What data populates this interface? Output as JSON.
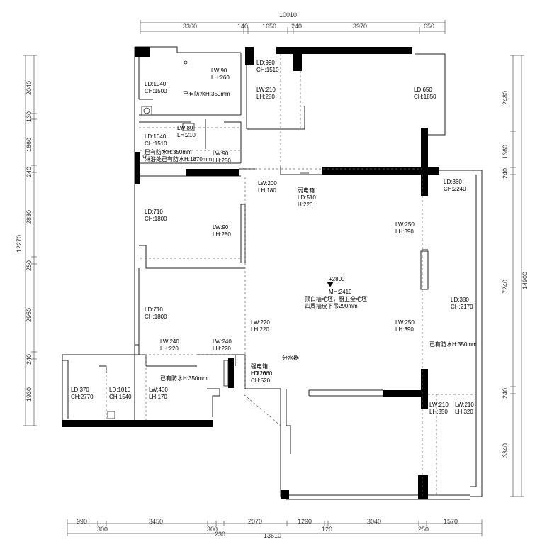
{
  "dims": {
    "top_total": "10010",
    "top_segments": [
      "3360",
      "140",
      "1650",
      "240",
      "3970",
      "650"
    ],
    "bottom_segments": [
      "990",
      "300",
      "3450",
      "300",
      "230",
      "2070",
      "1290",
      "120",
      "3040",
      "250",
      "1570"
    ],
    "bottom_total": "13610",
    "left_total": "12270",
    "left_segments": [
      "2040",
      "130",
      "1660",
      "240",
      "2830",
      "250",
      "2950",
      "240",
      "1930"
    ],
    "right_segments": [
      "2480",
      "1360",
      "240",
      "7240",
      "240",
      "3340"
    ],
    "right_total": "14900"
  },
  "labels": {
    "r1": [
      "LD:1040",
      "CH:1500"
    ],
    "r2": [
      "已有防水H:350mm"
    ],
    "r3": [
      "LW:90",
      "LH:260"
    ],
    "r4": [
      "LD:990",
      "CH:1510"
    ],
    "r5": [
      "LW:210",
      "LH:280"
    ],
    "r6": [
      "LD:650",
      "CH:1850"
    ],
    "r7": [
      "LW:80",
      "LH:210"
    ],
    "r8": [
      "LD:1040",
      "CH:1510"
    ],
    "r9": [
      "已有防水H:350mm",
      "淋浴处已有防水H:1870mm"
    ],
    "r10": [
      "LW:90",
      "LH:250"
    ],
    "r11": [
      "LW:200",
      "LH:180"
    ],
    "r12": [
      "弱电箱",
      "LD:510",
      "H:220"
    ],
    "r13": [
      "LD:360",
      "CH:2240"
    ],
    "r14": [
      "LD:710",
      "CH:1800"
    ],
    "r15": [
      "LW:90",
      "LH:280"
    ],
    "r16": [
      "LW:250",
      "LH:390"
    ],
    "r17": [
      "+2800"
    ],
    "r18": [
      "MH:2410",
      "顶白墙毛坯，厨卫全毛坯",
      "四周墙皮下吊290mm"
    ],
    "r19": [
      "LD:710",
      "CH:1800"
    ],
    "r20": [
      "LW:220",
      "LH:220"
    ],
    "r21": [
      "LW:250",
      "LH:390"
    ],
    "r22": [
      "LD:380",
      "CH:2170"
    ],
    "r23": [
      "已有防水H:350mm"
    ],
    "r24": [
      "LW:240",
      "LH:220"
    ],
    "r25": [
      "LW:240",
      "LH:220"
    ],
    "r26": [
      "分水器"
    ],
    "r27": [
      "强电箱",
      "H:720"
    ],
    "r28": [
      "LD:1660",
      "CH:520"
    ],
    "r29": [
      "已有防水H:350mm"
    ],
    "r30": [
      "LD:370",
      "CH:2770"
    ],
    "r31": [
      "LD:1010",
      "CH:1540"
    ],
    "r32": [
      "LW:400",
      "LH:170"
    ],
    "r33": [
      "LW:210",
      "LH:350"
    ],
    "r34": [
      "LW:210",
      "LH:320"
    ]
  }
}
